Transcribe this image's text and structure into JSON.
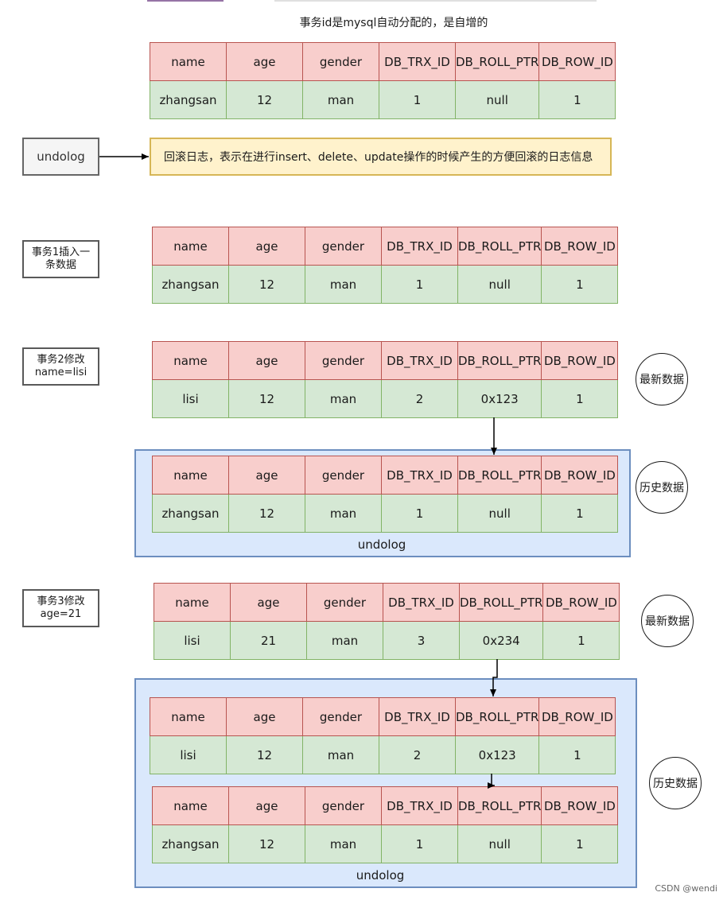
{
  "title": "事务id是mysql自动分配的，是自增的",
  "headers": [
    "name",
    "age",
    "gender",
    "DB_TRX_ID",
    "DB_ROLL_PTR",
    "DB_ROW_ID"
  ],
  "records": {
    "r1": [
      "zhangsan",
      "12",
      "man",
      "1",
      "null",
      "1"
    ],
    "r2": [
      "zhangsan",
      "12",
      "man",
      "1",
      "null",
      "1"
    ],
    "r3": [
      "lisi",
      "12",
      "man",
      "2",
      "0x123",
      "1"
    ],
    "r4": [
      "zhangsan",
      "12",
      "man",
      "1",
      "null",
      "1"
    ],
    "r5": [
      "lisi",
      "21",
      "man",
      "3",
      "0x234",
      "1"
    ],
    "r6": [
      "lisi",
      "12",
      "man",
      "2",
      "0x123",
      "1"
    ],
    "r7": [
      "zhangsan",
      "12",
      "man",
      "1",
      "null",
      "1"
    ]
  },
  "undolog_box": "undolog",
  "undolog_note": "回滚日志，表示在进行insert、delete、update操作的时候产生的方便回滚的日志信息",
  "steps": {
    "tx1": "事务1插入一条数据",
    "tx2_line1": "事务2修改",
    "tx2_line2": "name=lisi",
    "tx3_line1": "事务3修改",
    "tx3_line2": "age=21"
  },
  "history_label": "undolog",
  "circles": {
    "latest": "最新数据",
    "history": "历史数据"
  },
  "watermark": "CSDN @wendi",
  "colors": {
    "header_fill": "#f8cecc",
    "header_border": "#b85450",
    "value_fill": "#d5e8d4",
    "value_border": "#82b366",
    "note_fill": "#fff2cc",
    "history_fill": "#dae8fc"
  }
}
